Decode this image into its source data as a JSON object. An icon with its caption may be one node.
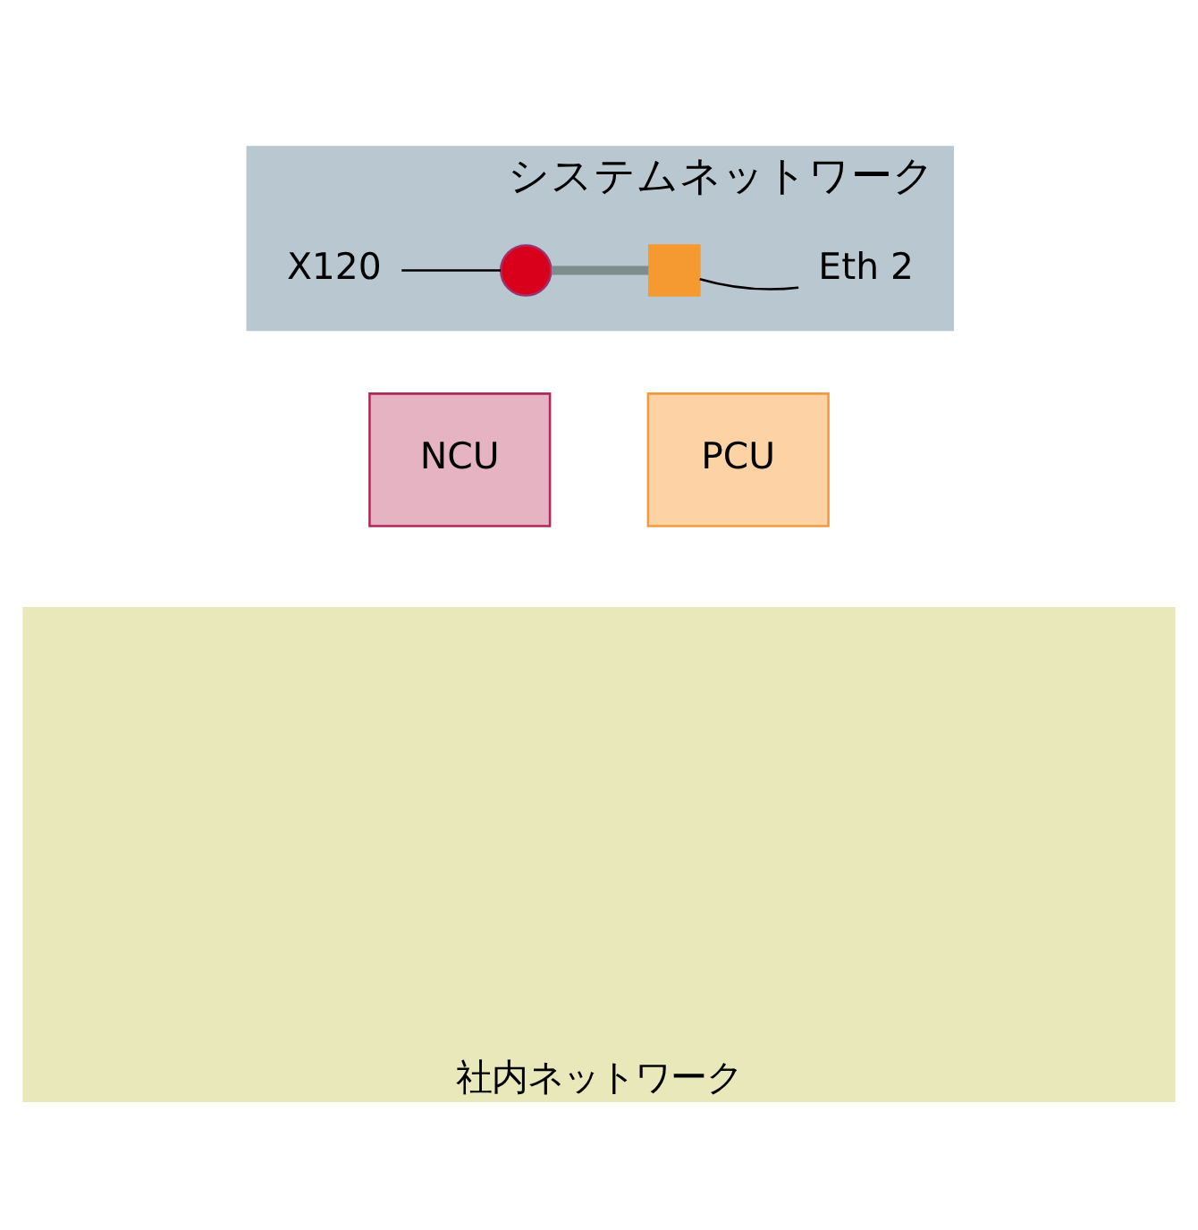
{
  "diagram": {
    "nodes": [
      {
        "text": [
          "システムネットワーク"
        ]
      },
      {
        "text": [
          "X120"
        ],
        "in": 0
      },
      {
        "text": [],
        "shape": "circle",
        "in": 0
      },
      {
        "text": [],
        "shape": "box",
        "in": 0
      },
      {
        "text": [
          "Eth 2"
        ],
        "in": 0
      },
      {
        "text": [
          "NCU"
        ]
      },
      {
        "text": [
          "PCU"
        ]
      },
      {
        "text": [
          "社内ネットワーク"
        ]
      }
    ],
    "edges": [
      {
        "from": 1,
        "to": 2,
        "arrow": "none"
      },
      {
        "from": 2,
        "to": 3,
        "arrow": "none",
        "style": "thick",
        "color": "#7f8c8d"
      },
      {
        "from": 4,
        "to": 3,
        "arrow": "none"
      }
    ]
  }
}
